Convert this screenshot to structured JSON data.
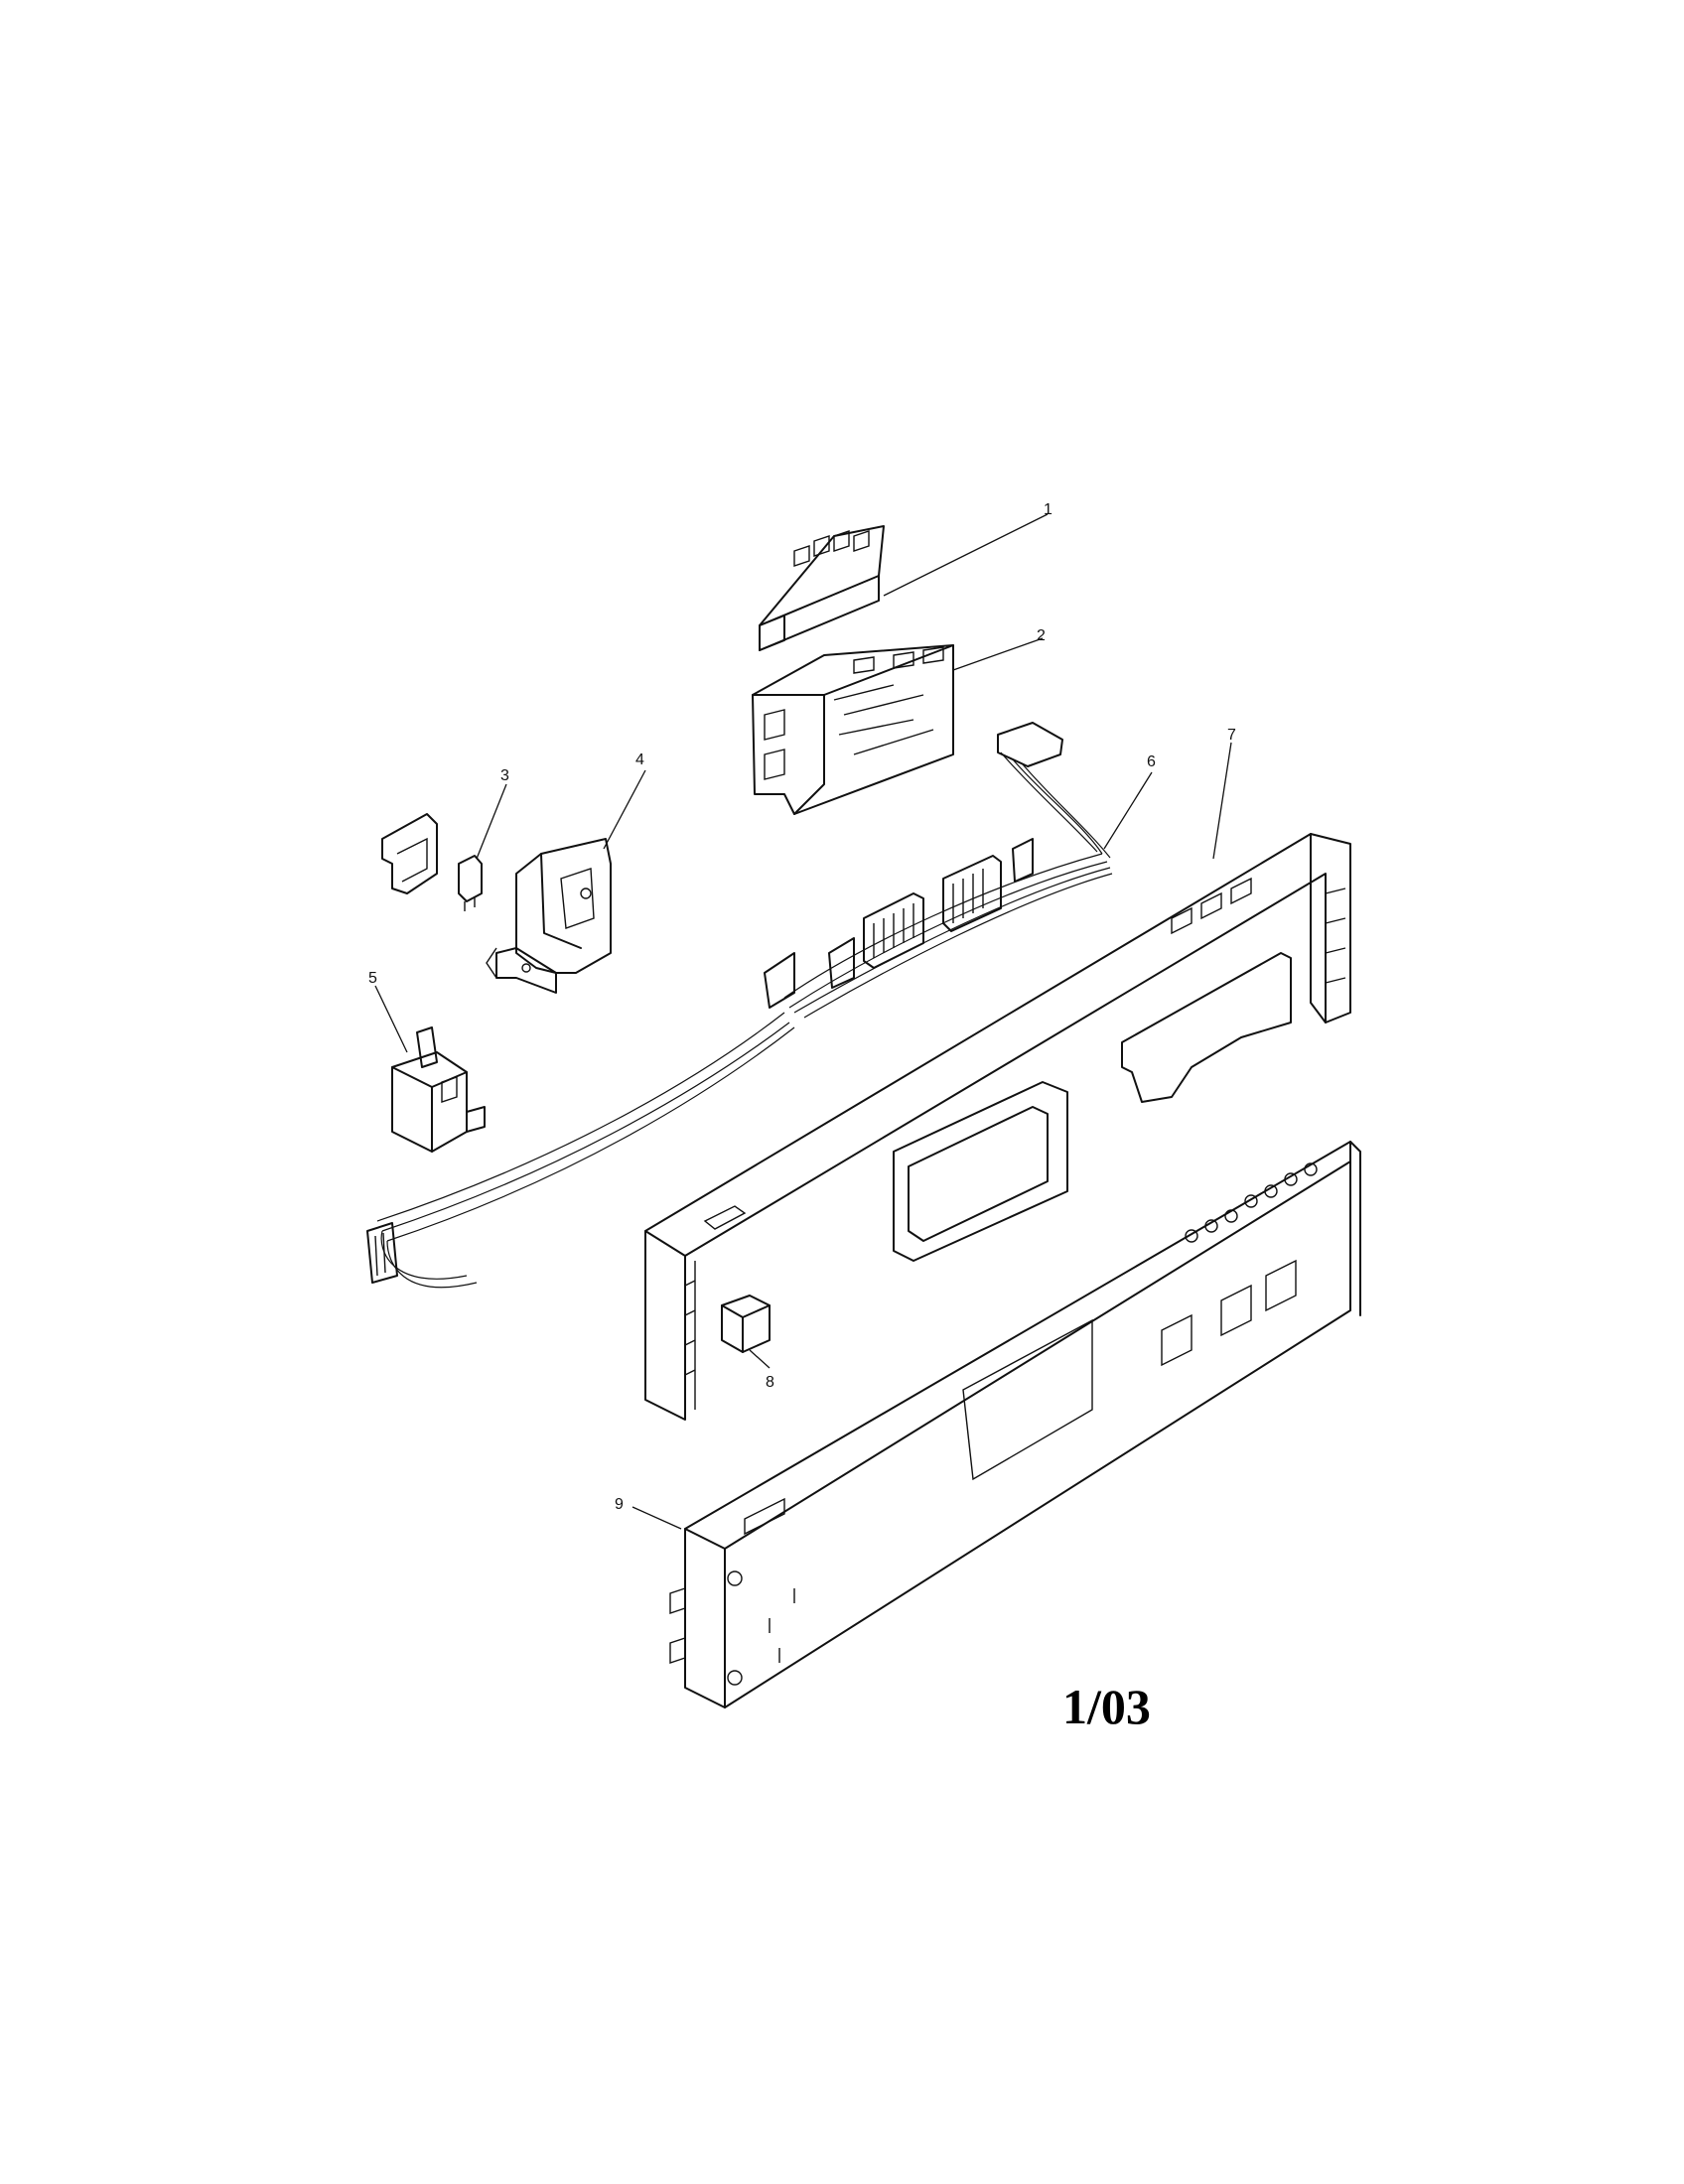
{
  "diagram": {
    "parts": [
      {
        "label": "1"
      },
      {
        "label": "2"
      },
      {
        "label": "3"
      },
      {
        "label": "4"
      },
      {
        "label": "5"
      },
      {
        "label": "6"
      },
      {
        "label": "7"
      },
      {
        "label": "8"
      },
      {
        "label": "9"
      }
    ],
    "revision": "1/03"
  }
}
